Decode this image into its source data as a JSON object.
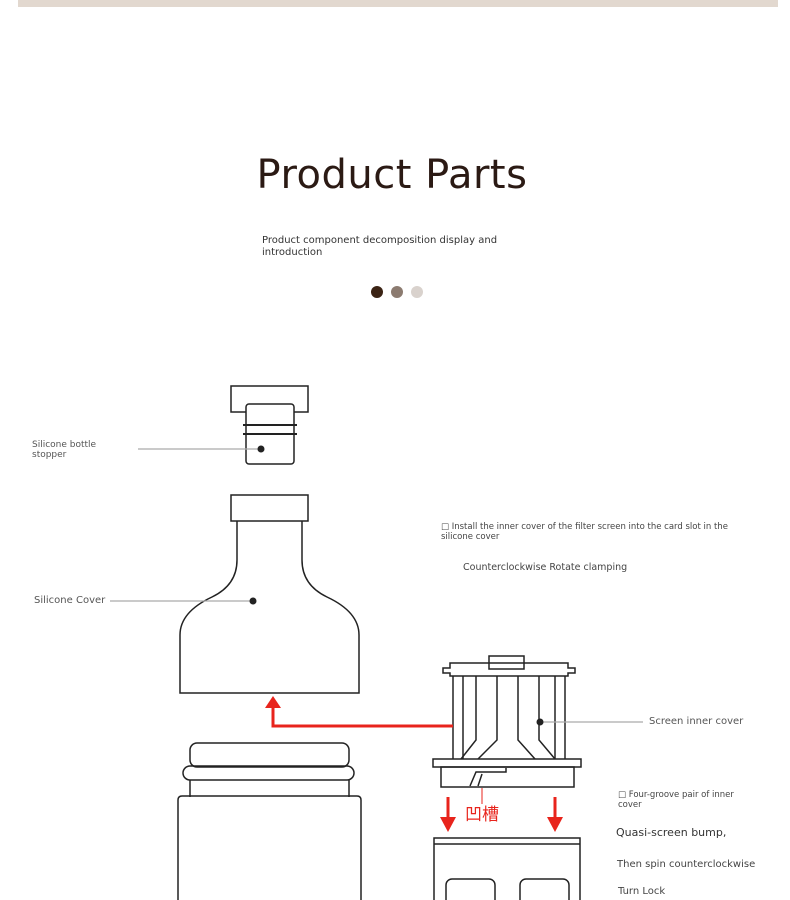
{
  "header": {
    "title": "Product Parts",
    "subtitle": "Product component decomposition display and introduction"
  },
  "indicator_dots": [
    {
      "color": "#3b2314"
    },
    {
      "color": "#8c7b70"
    },
    {
      "color": "#d9d2cd"
    }
  ],
  "labels": {
    "stopper": "Silicone bottle stopper",
    "silicone_cover": "Silicone Cover",
    "screen_inner_cover": "Screen inner cover",
    "groove": "凹槽"
  },
  "instructions": {
    "install_note": "□ Install the inner cover of the filter screen into the card slot in the silicone cover",
    "rotate_note": "Counterclockwise Rotate clamping",
    "groove_note": "□ Four-groove pair of inner cover",
    "bump_note": "Quasi-screen bump,",
    "spin_note": "Then spin counterclockwise",
    "lock_note": "Turn Lock"
  },
  "colors": {
    "accent_red": "#e8241c",
    "outline": "#222222",
    "leader": "#aaaaaa"
  }
}
